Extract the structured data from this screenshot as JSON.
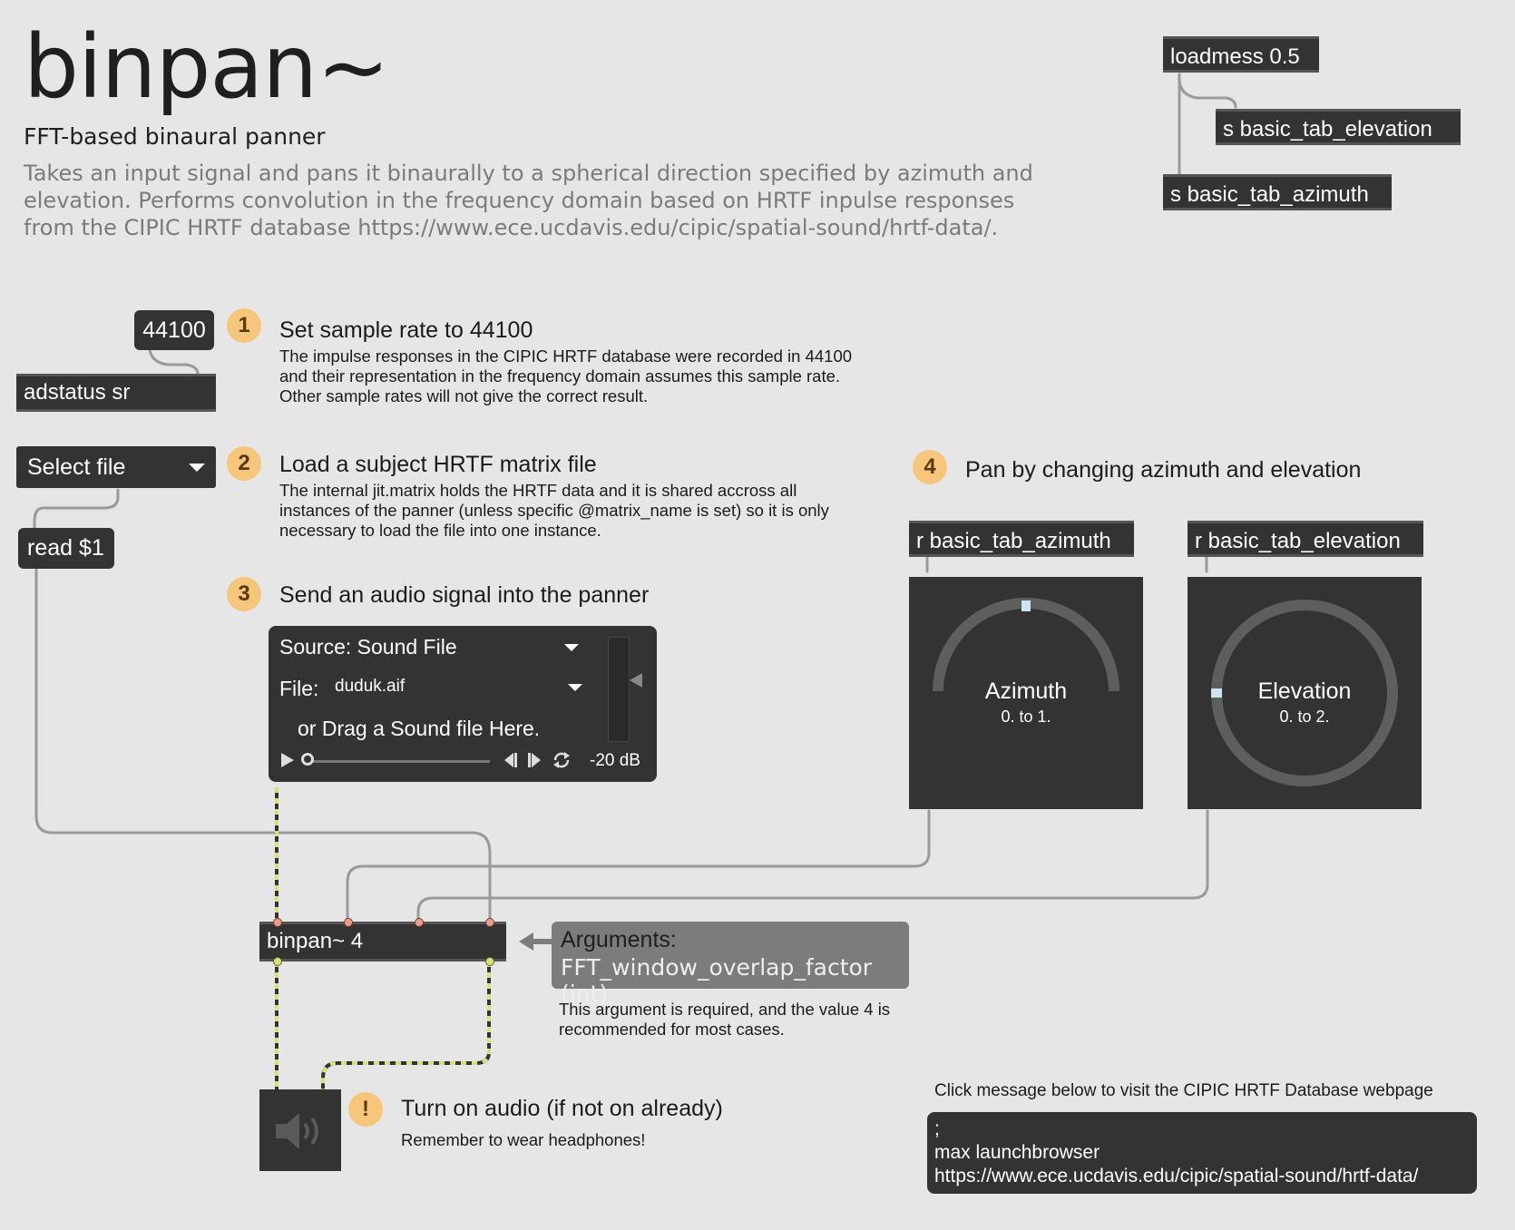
{
  "header": {
    "title": "binpan~",
    "subtitle": "FFT-based binaural panner",
    "description": "Takes an input signal and pans it binaurally to a spherical direction specified by azimuth and elevation. Performs convolution in the frequency domain based on HRTF inpulse responses from the CIPIC HRTF database https://www.ece.ucdavis.edu/cipic/spatial-sound/hrtf-data/."
  },
  "init": {
    "loadmess": "loadmess 0.5",
    "send_elevation": "s basic_tab_elevation",
    "send_azimuth": "s basic_tab_azimuth"
  },
  "step1": {
    "number": "1",
    "message": "44100",
    "object": "adstatus sr",
    "title": "Set sample rate to 44100",
    "text": "The impulse responses in the CIPIC HRTF database were recorded in 44100 and their representation in the frequency domain assumes this sample rate. Other sample rates will not give the correct result."
  },
  "step2": {
    "number": "2",
    "menu_label": "Select file",
    "read_message": "read $1",
    "title": "Load a subject HRTF matrix file",
    "text": "The internal jit.matrix holds the HRTF data and it is shared accross all instances of the panner (unless specific @matrix_name is set) so it is only necessary to load the file into one instance."
  },
  "step3": {
    "number": "3",
    "title": "Send an audio signal into the panner",
    "player": {
      "source": "Source: Sound File",
      "file_label": "File:",
      "file_name": "duduk.aif",
      "drag_hint": "or Drag a Sound file Here.",
      "volume": "-20 dB",
      "progress": 0.0
    }
  },
  "step4": {
    "number": "4",
    "title": "Pan by changing azimuth and elevation",
    "receive_azimuth": "r basic_tab_azimuth",
    "receive_elevation": "r basic_tab_elevation",
    "azimuth": {
      "label": "Azimuth",
      "range": "0. to 1.",
      "value": 0.5
    },
    "elevation": {
      "label": "Elevation",
      "range": "0. to 2.",
      "value": 0.5
    }
  },
  "panner": {
    "object": "binpan~ 4",
    "args_title": "Arguments:",
    "args_value": "FFT_window_overlap_factor (int)",
    "args_note": "This argument is required, and the value 4 is recommended for most cases."
  },
  "audio": {
    "badge": "!",
    "title": "Turn on audio (if not on already)",
    "text": "Remember to wear headphones!"
  },
  "web": {
    "caption": "Click message below to visit the CIPIC HRTF Database webpage",
    "line1": ";",
    "line2": "max launchbrowser",
    "line3": "https://www.ece.ucdavis.edu/cipic/spatial-sound/hrtf-data/"
  },
  "colors": {
    "background": "#e6e6e6",
    "object": "#333333",
    "badge": "#f6c67a",
    "signal_patch": "#d8e07c",
    "description_text": "#7b7b7b"
  }
}
